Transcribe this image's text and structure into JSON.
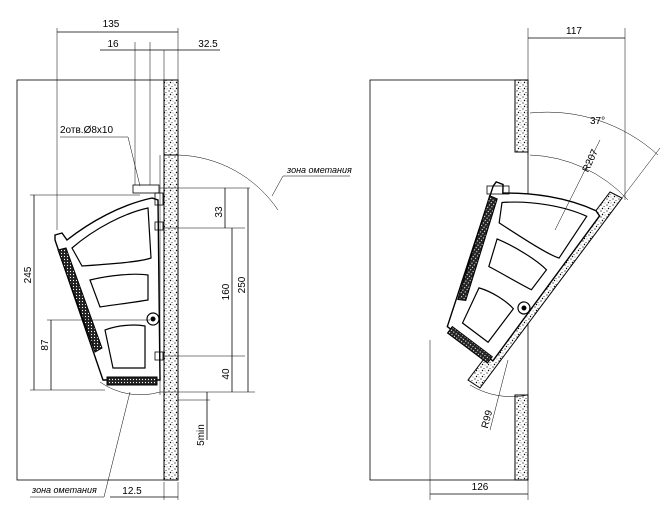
{
  "left_view": {
    "dims": {
      "d135": "135",
      "d16": "16",
      "d32_5": "32.5",
      "d33": "33",
      "d160": "160",
      "d250": "250",
      "d245": "245",
      "d87": "87",
      "d40": "40",
      "d5min": "5min",
      "d12_5": "12.5"
    },
    "holes_label": "2отв.Ø8x10",
    "sweep_zone_label_1": "зона ометания",
    "sweep_zone_label_2": "зона ометания"
  },
  "right_view": {
    "dims": {
      "d117": "117",
      "angle": "37°",
      "r207": "R207",
      "r99": "R99",
      "d126": "126"
    }
  }
}
